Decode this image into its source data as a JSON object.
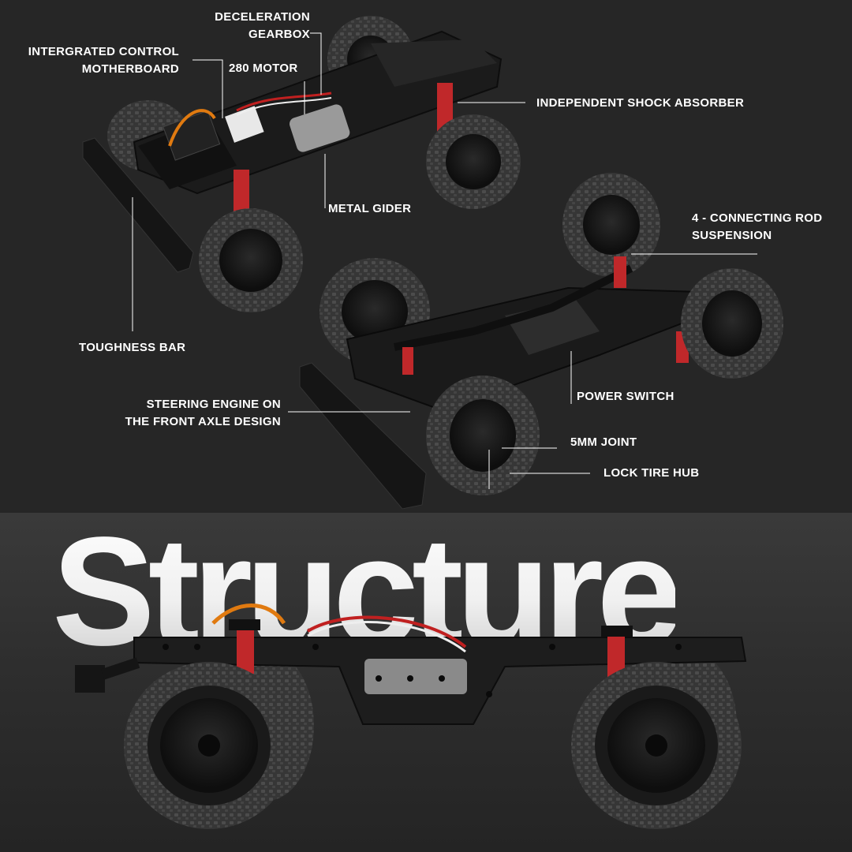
{
  "labels": {
    "deceleration_gearbox": [
      "DECELERATION",
      "GEARBOX"
    ],
    "control_motherboard": [
      "INTERGRATED CONTROL",
      "MOTHERBOARD"
    ],
    "motor": "280 MOTOR",
    "shock_absorber": "INDEPENDENT SHOCK ABSORBER",
    "metal_gider": "METAL GIDER",
    "rod_suspension": [
      "4 - CONNECTING ROD",
      "SUSPENSION"
    ],
    "toughness_bar": "TOUGHNESS BAR",
    "steering_engine": [
      "STEERING ENGINE ON",
      "THE FRONT AXLE DESIGN"
    ],
    "power_switch": "POWER SWITCH",
    "joint": "5MM JOINT",
    "lock_tire_hub": "LOCK TIRE HUB"
  },
  "headline": "Structure",
  "colors": {
    "background_top": "#262626",
    "shock_spring": "#c0282a",
    "chassis": "#1a1a1a",
    "tire": "#2b2b2b",
    "label_text": "#ffffff"
  }
}
